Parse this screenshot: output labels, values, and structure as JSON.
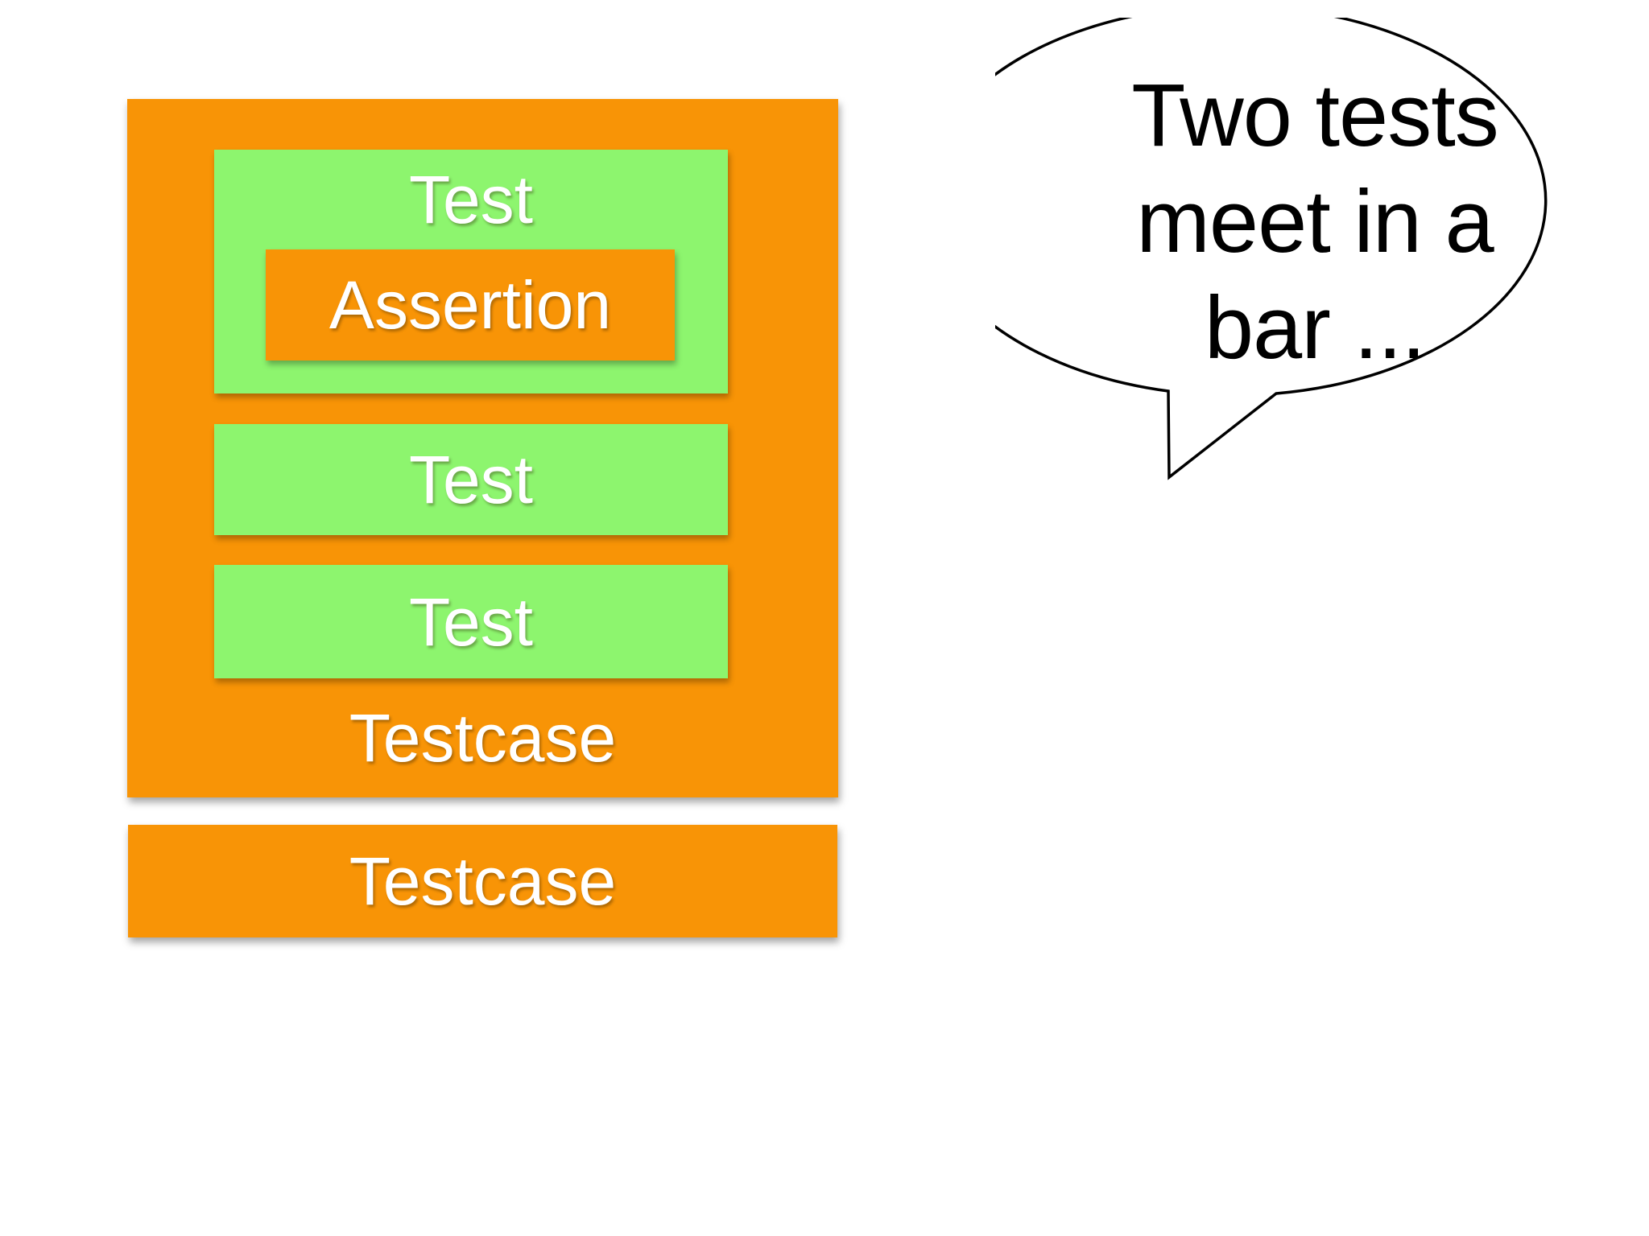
{
  "slide": {
    "testcase_outer": {
      "label": "Testcase"
    },
    "tests": [
      {
        "label": "Test",
        "assertion_label": "Assertion"
      },
      {
        "label": "Test"
      },
      {
        "label": "Test"
      }
    ],
    "testcase_bar": {
      "label": "Testcase"
    },
    "speech_bubble": {
      "lines": [
        "Two tests",
        "meet in a",
        "bar ..."
      ]
    },
    "colors": {
      "slide_bg": "#FFFFFF",
      "orange": "#F89406",
      "green": "#8DF56E",
      "label_text": "#FFFFFF",
      "bubble_fill": "#FFFFFF",
      "bubble_outline": "#000000",
      "bubble_text": "#000000"
    }
  }
}
